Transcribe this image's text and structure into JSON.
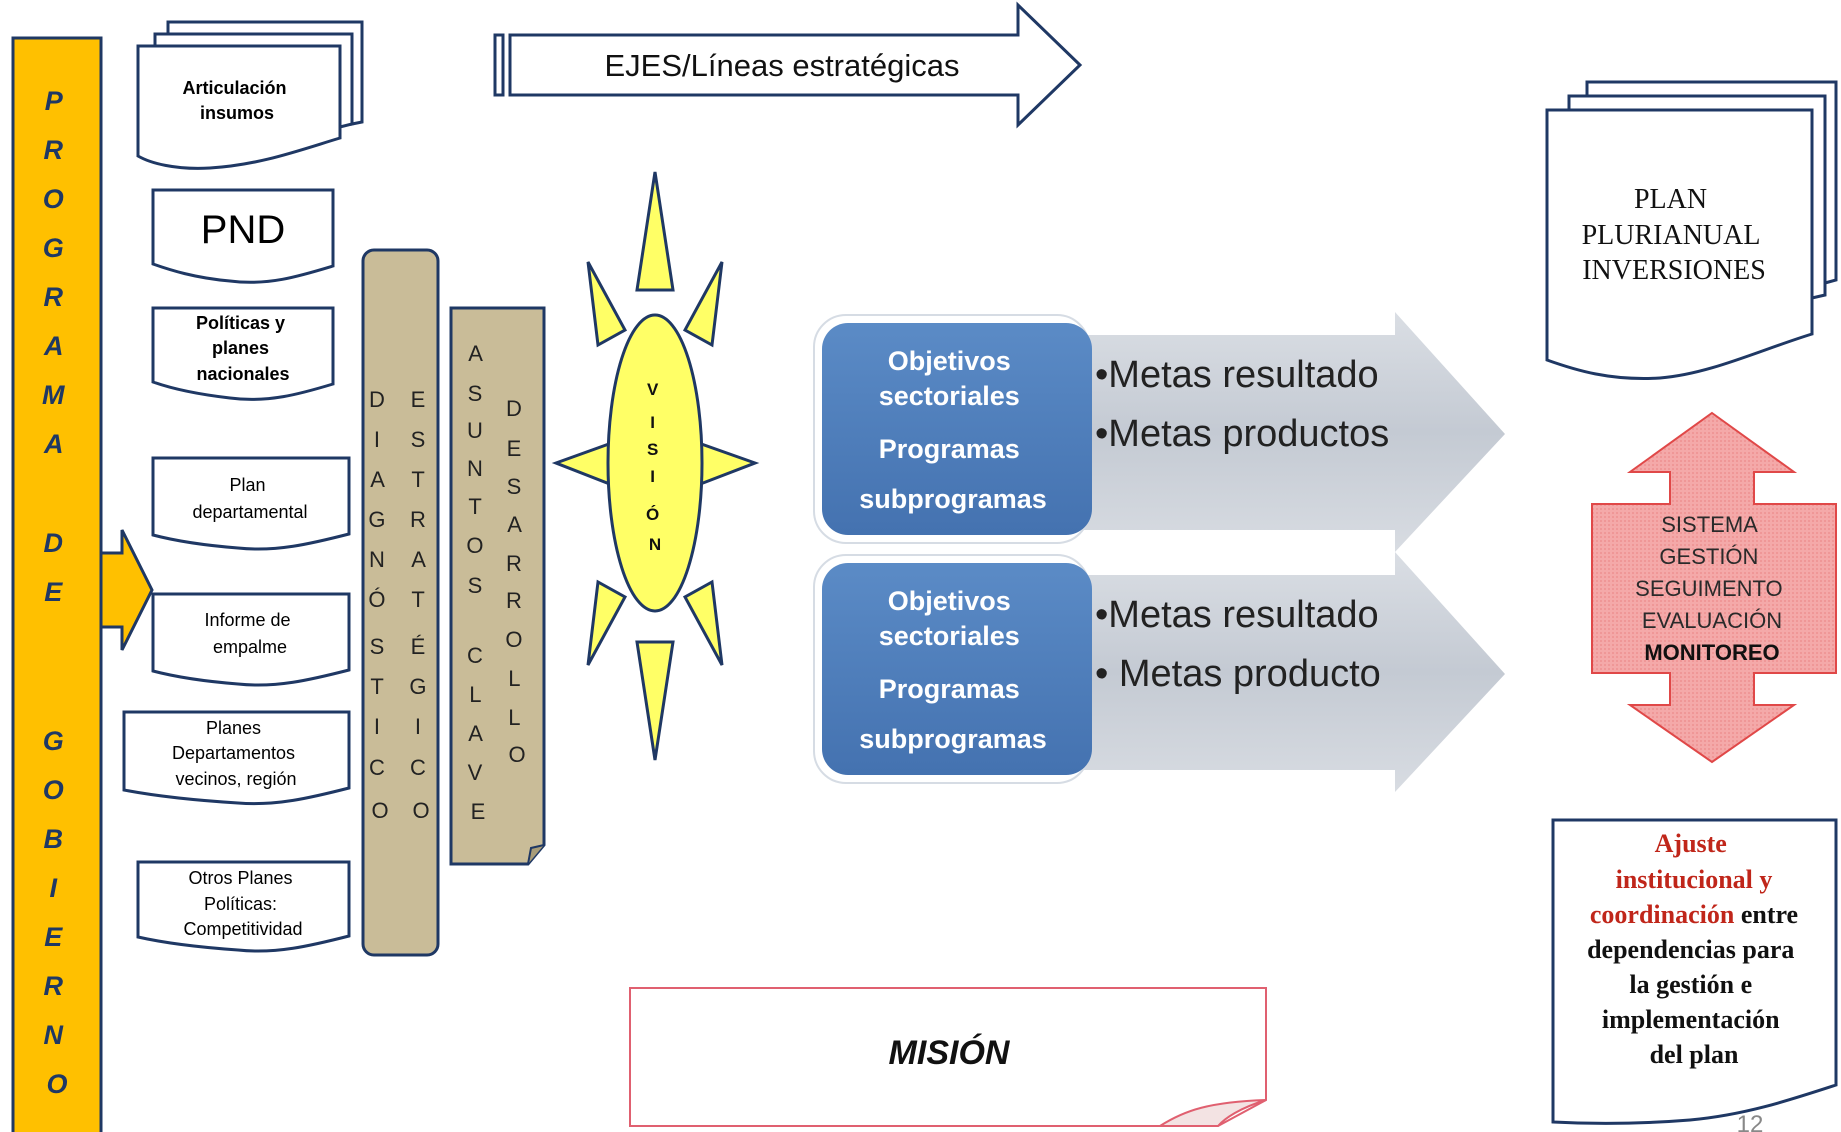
{
  "sidebar": {
    "letters_top": [
      "P",
      "R",
      "O",
      "G",
      "R",
      "A",
      "M",
      "A"
    ],
    "letters_mid": [
      "D",
      "E"
    ],
    "letters_bottom": [
      "G",
      "O",
      "B",
      "I",
      "E",
      "R",
      "N",
      "O"
    ]
  },
  "inputs": {
    "articulacion": [
      "Articulación",
      "insumos"
    ],
    "pnd": "PND",
    "politicas": [
      "Políticas y",
      "planes",
      "nacionales"
    ],
    "plan_dep": [
      "Plan",
      "departamental"
    ],
    "informe": [
      "Informe de",
      "empalme"
    ],
    "planes_vecinos": [
      "Planes",
      "Departamentos",
      "vecinos, región"
    ],
    "otros": [
      "Otros Planes",
      "Políticas:",
      "Competitividad"
    ]
  },
  "columns": {
    "diagnostico": [
      "D",
      "I",
      "A",
      "G",
      "N",
      "Ó",
      "S",
      "T",
      "I",
      "C",
      "O"
    ],
    "estrategico": [
      "E",
      "S",
      "T",
      "R",
      "A",
      "T",
      "É",
      "G",
      "I",
      "C",
      "O"
    ],
    "asuntos": [
      "A",
      "S",
      "U",
      "N",
      "T",
      "O",
      "S",
      "",
      "C",
      "L",
      "A",
      "V",
      "E"
    ],
    "desarrollo": [
      "D",
      "E",
      "S",
      "A",
      "R",
      "R",
      "O",
      "L",
      "L",
      "O"
    ]
  },
  "ejes_label": "EJES/Líneas estratégicas",
  "vision_letters": [
    "V",
    "I",
    "S",
    "I",
    "Ó",
    "N"
  ],
  "objectives": [
    {
      "box": [
        "Objetivos",
        "sectoriales",
        "Programas",
        "subprogramas"
      ],
      "metas": [
        "•Metas  resultado",
        "•Metas productos"
      ]
    },
    {
      "box": [
        "Objetivos",
        "sectoriales",
        "Programas",
        "subprogramas"
      ],
      "metas": [
        "•Metas resultado",
        "• Metas producto"
      ]
    }
  ],
  "plan_plurianual": [
    "PLAN",
    "PLURIANUAL",
    "INVERSIONES"
  ],
  "sistema": {
    "lines": [
      "SISTEMA",
      "GESTIÓN",
      "SEGUIMENTO",
      "EVALUACIÓN"
    ],
    "bold": "MONITOREO"
  },
  "ajuste": {
    "red_lines": [
      "Ajuste",
      "institucional  y"
    ],
    "mixed_red": "coordinación",
    "mixed_black": " entre",
    "black_lines": [
      "dependencias para",
      "la gestión e",
      "implementación",
      "del plan"
    ]
  },
  "mision": "MISIÓN",
  "page_number": "12",
  "colors": {
    "sidebar": "#FFC000",
    "navy": "#1F3864",
    "tan": "#C9BC98",
    "blue_box": "#4F81BD",
    "sun": "#FFFF66",
    "gray_arrow": "#C9CED6",
    "pink": "#F4A6A6",
    "red_text": "#C0261A"
  }
}
